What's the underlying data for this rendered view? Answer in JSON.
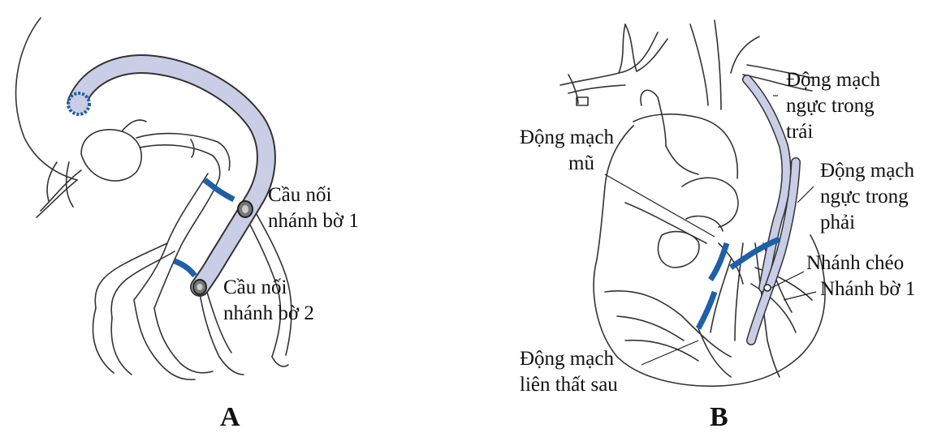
{
  "panel_a": {
    "letter": "A",
    "labels": {
      "bridge1_line1": "Cầu nối",
      "bridge1_line2": "nhánh bờ 1",
      "bridge2_line1": "Cầu nối",
      "bridge2_line2": "nhánh bờ 2"
    }
  },
  "panel_b": {
    "letter": "B",
    "labels": {
      "lima_line1": "Động mạch",
      "lima_line2": "ngực trong",
      "lima_line3": "trái",
      "circumflex_line1": "Động mạch",
      "circumflex_line2": "mũ",
      "rima_line1": "Động mạch",
      "rima_line2": "ngực trong",
      "rima_line3": "phải",
      "diagonal": "Nhánh chéo",
      "marginal1": "Nhánh bờ 1",
      "pda_line1": "Động mạch",
      "pda_line2": "liên thất sau"
    }
  },
  "colors": {
    "graft_fill": "#c9cde6",
    "coronary_blue": "#1f5fa8",
    "outline": "#333333"
  }
}
